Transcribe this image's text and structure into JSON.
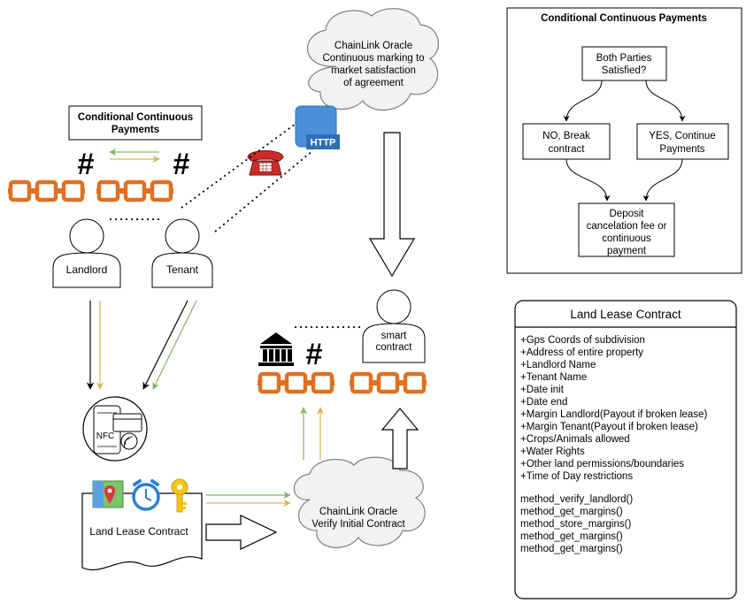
{
  "colors": {
    "chain": "#e07020",
    "arrow_green": "#82b366",
    "arrow_gold": "#d6b656",
    "http_blue": "#4a90d9",
    "phone_red": "#cc2b2b"
  },
  "icons": {
    "chain": "chain-link-icon",
    "hash": "hash-icon",
    "bank": "bank-icon",
    "phone": "telephone-icon",
    "http": "http-icon",
    "nfc": "nfc-icon",
    "map": "map-icon",
    "clock": "alarm-clock-icon",
    "key": "key-icon"
  },
  "oracle_top": {
    "line1": "ChainLink Oracle",
    "line2": "Continuous marking to",
    "line3": "market satisfaction",
    "line4": "of agreement"
  },
  "oracle_bottom": {
    "line1": "ChainLink Oracle",
    "line2": "Verify Initial Contract"
  },
  "conditional_label": {
    "line1": "Conditional Continuous",
    "line2": "Payments"
  },
  "hash_symbol": "#",
  "http_label": "HTTP",
  "nfc_label": "NFC",
  "actors": {
    "landlord": "Landlord",
    "tenant": "Tenant",
    "smart_contract_line1": "smart",
    "smart_contract_line2": "contract"
  },
  "document_label": "Land Lease Contract",
  "flowchart": {
    "title": "Conditional Continuous Payments",
    "decision_line1": "Both Parties",
    "decision_line2": "Satisfied?",
    "no_line1": "NO, Break",
    "no_line2": "contract",
    "yes_line1": "YES, Continue",
    "yes_line2": "Payments",
    "deposit_line1": "Deposit",
    "deposit_line2": "cancelation fee or",
    "deposit_line3": "continuous",
    "deposit_line4": "payment"
  },
  "class_box": {
    "title": "Land Lease Contract",
    "attributes": [
      "+Gps Coords of subdivision",
      "+Address of entire property",
      "+Landlord Name",
      "+Tenant Name",
      "+Date init",
      "+Date end",
      "+Margin Landlord(Payout if broken lease)",
      "+Margin Tenant(Payout if broken lease)",
      "+Crops/Animals allowed",
      "+Water Rights",
      "+Other land permissions/boundaries",
      "+Time of Day restrictions"
    ],
    "methods": [
      "method_verify_landlord()",
      "method_get_margins()",
      "method_store_margins()",
      "method_get_margins()",
      "method_get_margins()"
    ]
  }
}
